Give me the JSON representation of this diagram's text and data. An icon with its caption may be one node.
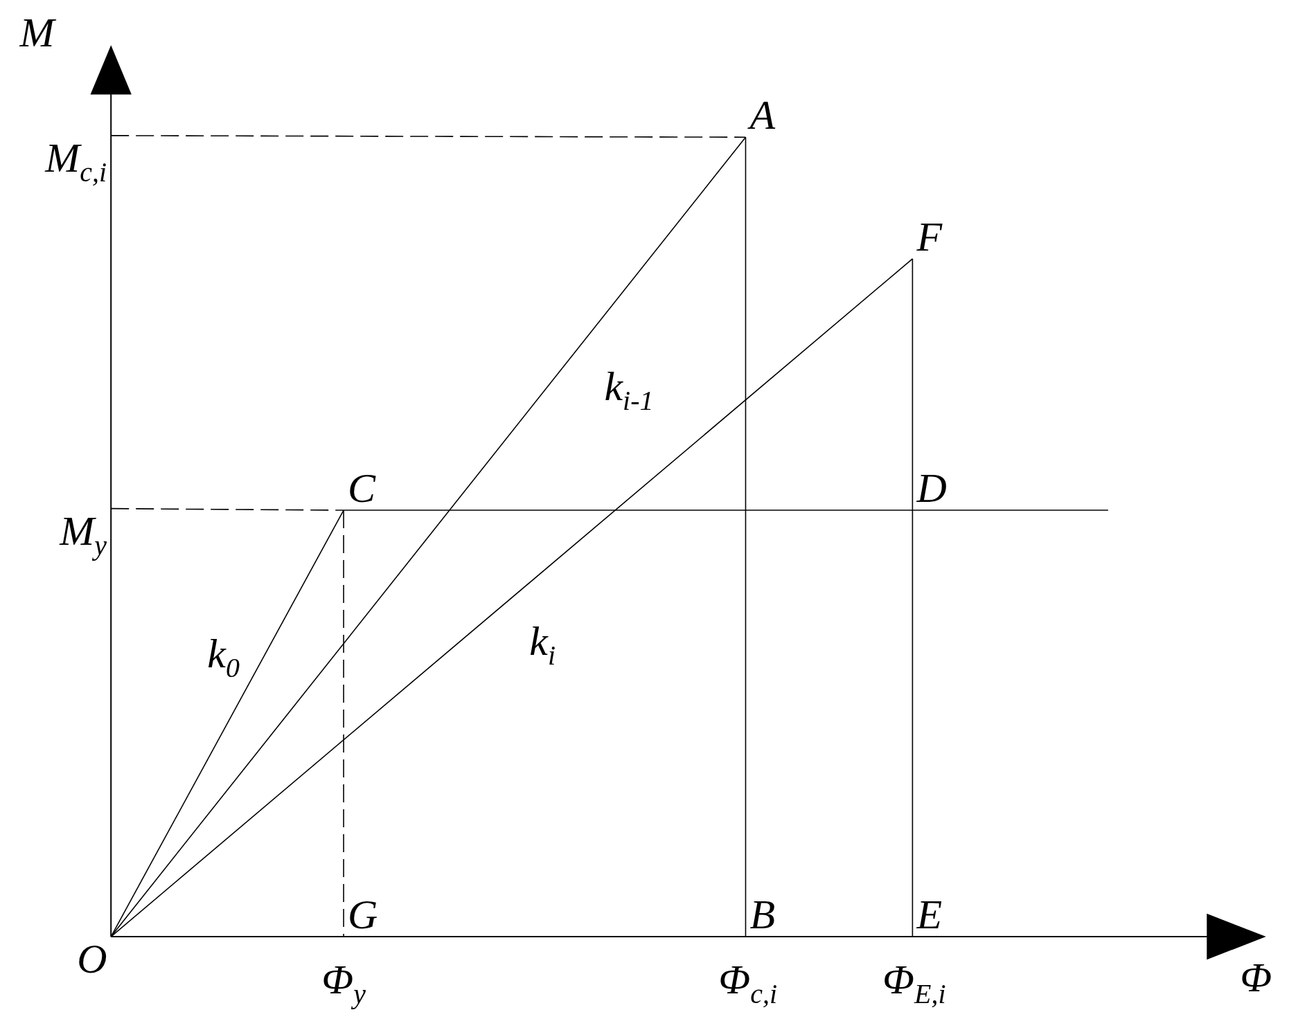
{
  "diagram": {
    "nodes": [
      {
        "text": [
          "O"
        ]
      },
      {
        "text": [
          "A"
        ]
      },
      {
        "text": [
          "B"
        ]
      },
      {
        "text": [
          "C"
        ]
      },
      {
        "text": [
          "D"
        ]
      },
      {
        "text": [
          "E"
        ]
      },
      {
        "text": [
          "F"
        ]
      },
      {
        "text": [
          "G"
        ]
      },
      {
        "text": [
          "M$_{c,i}$"
        ]
      },
      {
        "text": [
          "M$_{y}$"
        ]
      }
    ],
    "edges": [
      {
        "from": 0,
        "to": 3,
        "arrow": "none",
        "label": "k$_{0}$"
      },
      {
        "from": 0,
        "to": 1,
        "arrow": "none",
        "label": "k$_{i-1}$"
      },
      {
        "from": 0,
        "to": 6,
        "arrow": "none",
        "label": "k$_{i}$"
      },
      {
        "from": 8,
        "to": 1,
        "arrow": "none",
        "style": "dashed"
      },
      {
        "from": 9,
        "to": 3,
        "arrow": "none",
        "style": "dashed"
      },
      {
        "from": 3,
        "to": 7,
        "arrow": "none",
        "style": "dashed"
      },
      {
        "from": 1,
        "to": 2,
        "arrow": "none"
      },
      {
        "from": 6,
        "to": 5,
        "arrow": "none"
      },
      {
        "from": 3,
        "to": 4,
        "arrow": "none"
      },
      {
        "from": 4,
        "to": null,
        "arrow": "none"
      }
    ],
    "labels": [
      "M",
      "Φ",
      "Φ$_{y}$",
      "Φ$_{c,i}$",
      "Φ$_{E,i}$"
    ]
  }
}
